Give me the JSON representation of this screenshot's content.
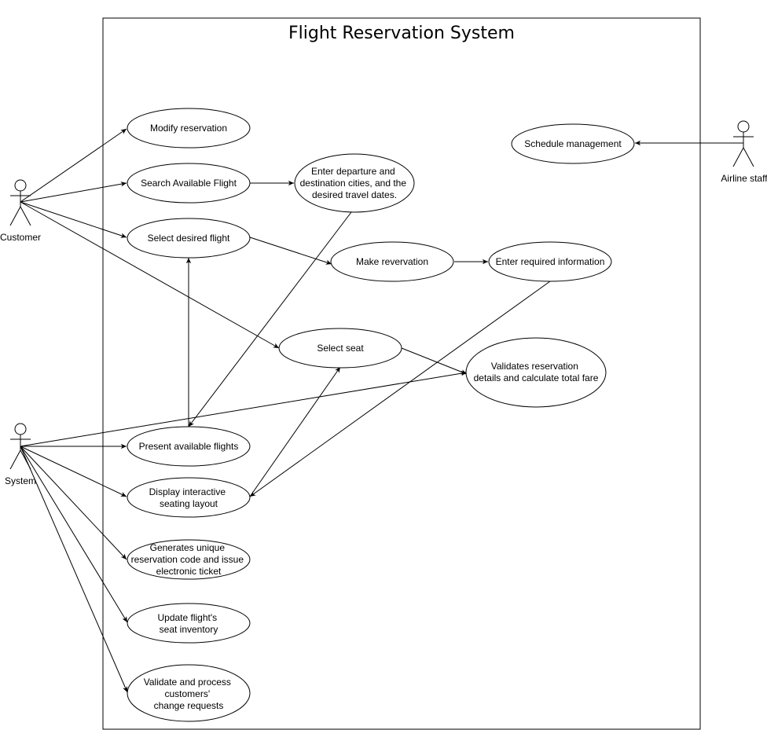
{
  "system": {
    "title": "Flight Reservation System"
  },
  "actors": {
    "customer": "Customer",
    "system": "System",
    "airline_staff": "Airline staff"
  },
  "use_cases": {
    "modify": [
      "Modify reservation"
    ],
    "search": [
      "Search Available Flight"
    ],
    "enter_departure": [
      "Enter departure and",
      "destination cities, and the",
      "desired travel dates."
    ],
    "select_flight": [
      "Select desired flight"
    ],
    "make_reservation": [
      "Make revervation"
    ],
    "enter_info": [
      "Enter required information"
    ],
    "select_seat": [
      "Select seat"
    ],
    "validates": [
      "Validates reservation",
      "details and calculate total fare"
    ],
    "present": [
      "Present available flights"
    ],
    "display_seating": [
      "Display interactive",
      "seating layout"
    ],
    "generates": [
      "Generates unique",
      "reservation code and issue",
      "electronic ticket"
    ],
    "update": [
      "Update flight's",
      "seat inventory"
    ],
    "validate_change": [
      "Validate and process",
      "customers'",
      "change requests"
    ],
    "schedule": [
      "Schedule management"
    ]
  }
}
